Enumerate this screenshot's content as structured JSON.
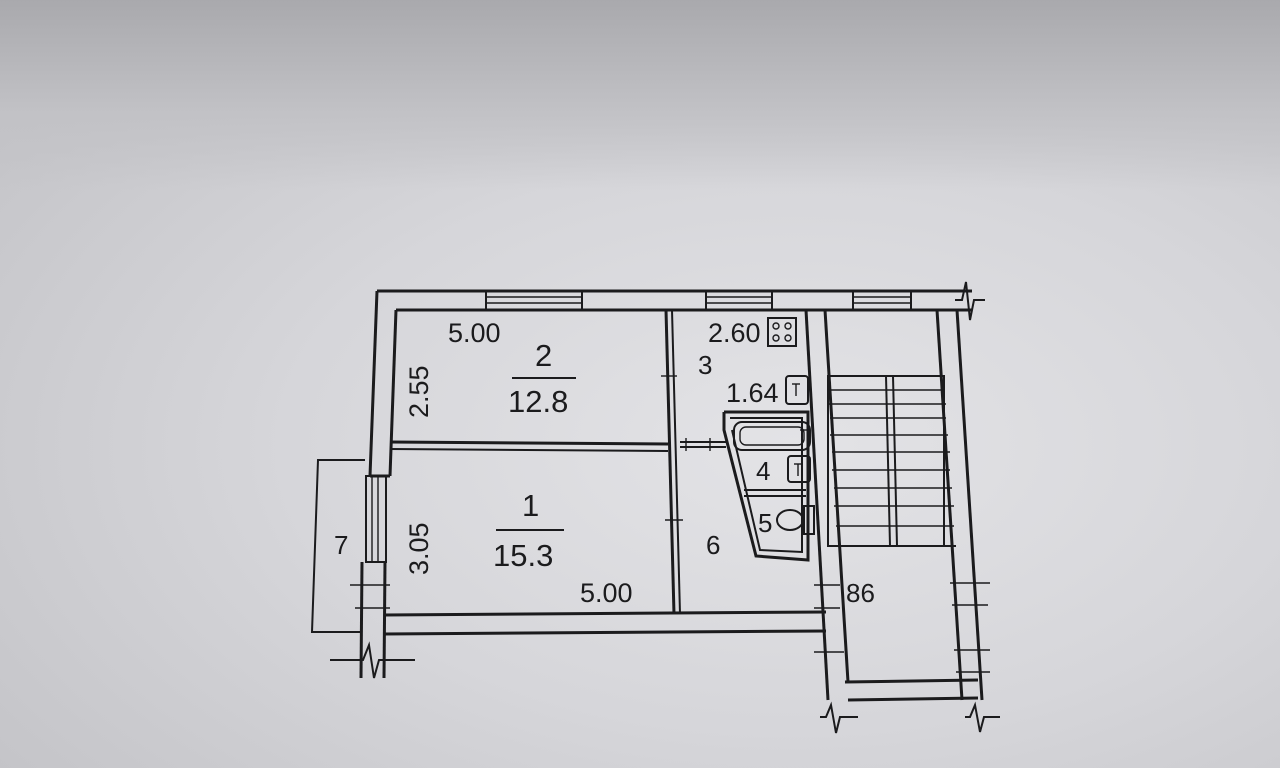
{
  "plan": {
    "dimensions": {
      "room2_length": "5.00",
      "room2_width": "2.55",
      "room1_width": "3.05",
      "room1_length": "5.00",
      "room3_length": "2.60",
      "corridor_width": "1.64"
    },
    "rooms": [
      {
        "number": "2",
        "area": "12.8"
      },
      {
        "number": "1",
        "area": "15.3"
      },
      {
        "number": "3"
      },
      {
        "number": "4"
      },
      {
        "number": "5"
      },
      {
        "number": "6"
      },
      {
        "number": "7"
      }
    ],
    "stair_label": "86"
  }
}
